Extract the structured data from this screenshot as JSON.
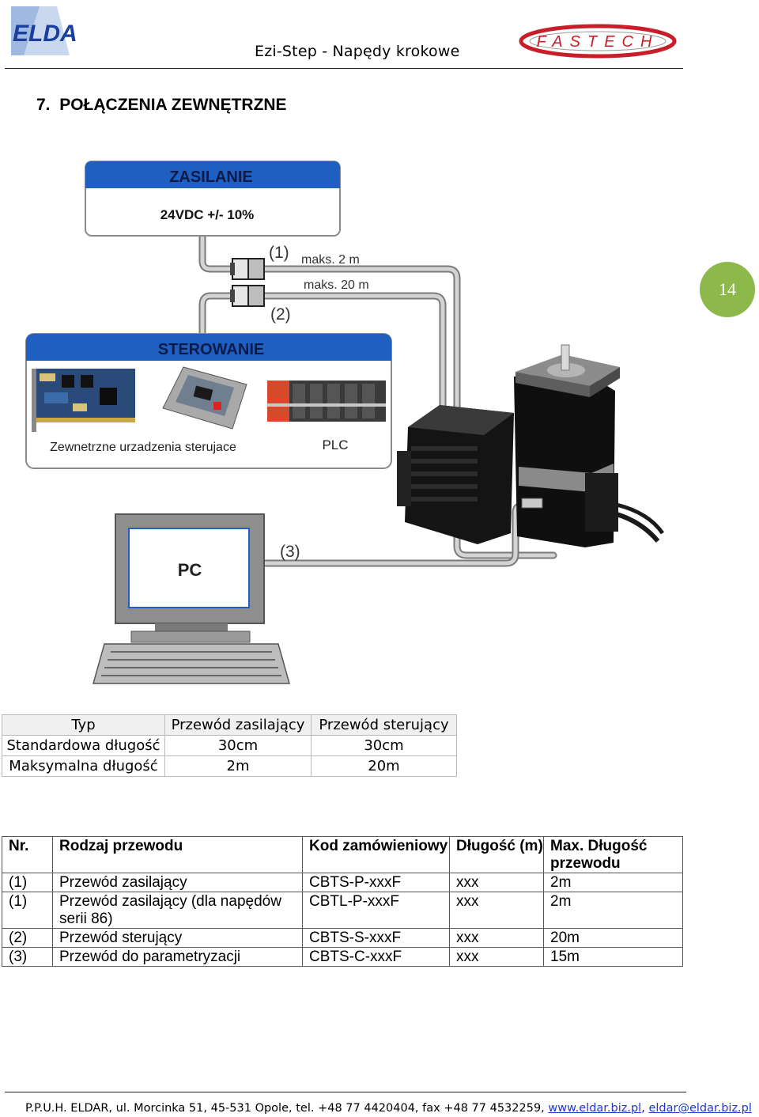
{
  "header": {
    "logo_left_text": "ELDAR",
    "title": "Ezi-Step - Napędy krokowe",
    "logo_right_text": "FASTECH"
  },
  "section": {
    "number": "7.",
    "title": "POŁĄCZENIA ZEWNĘTRZNE"
  },
  "page_number": "14",
  "diagram": {
    "power_box": {
      "title": "ZASILANIE",
      "subtitle": "24VDC +/- 10%"
    },
    "cable1": {
      "label": "(1)",
      "max": "maks. 2 m"
    },
    "cable2": {
      "label": "(2)",
      "max": "maks. 20 m"
    },
    "control_box": {
      "title": "STEROWANIE",
      "devices_label": "Zewnetrzne urzadzenia sterujace",
      "plc_label": "PLC"
    },
    "pc_label": "PC",
    "cable3": {
      "label": "(3)"
    }
  },
  "spec_table": {
    "rows": [
      [
        "Typ",
        "Przewód zasilający",
        "Przewód sterujący"
      ],
      [
        "Standardowa długość",
        "30cm",
        "30cm"
      ],
      [
        "Maksymalna długość",
        "2m",
        "20m"
      ]
    ]
  },
  "cable_table": {
    "headers": [
      "Nr.",
      "Rodzaj przewodu",
      "Kod zamówieniowy",
      "Długość (m)",
      "Max. Długość przewodu"
    ],
    "rows": [
      [
        "(1)",
        "Przewód zasilający",
        "CBTS-P-xxxF",
        "xxx",
        "2m"
      ],
      [
        "(1)",
        "Przewód zasilający (dla napędów serii 86)",
        "CBTL-P-xxxF",
        "xxx",
        "2m"
      ],
      [
        "(2)",
        "Przewód sterujący",
        "CBTS-S-xxxF",
        "xxx",
        "20m"
      ],
      [
        "(3)",
        "Przewód do parametryzacji",
        "CBTS-C-xxxF",
        "xxx",
        "15m"
      ]
    ]
  },
  "footer": {
    "text": "P.P.U.H. ELDAR, ul. Morcinka 51, 45-531 Opole, tel. +48 77 4420404, fax +48 77 4532259, ",
    "link1": "www.eldar.biz.pl",
    "sep": ", ",
    "link2": "eldar@eldar.biz.pl"
  },
  "colors": {
    "badge": "#8db84a",
    "box_header": "#1f5fbf",
    "link": "#1a3ccc"
  }
}
